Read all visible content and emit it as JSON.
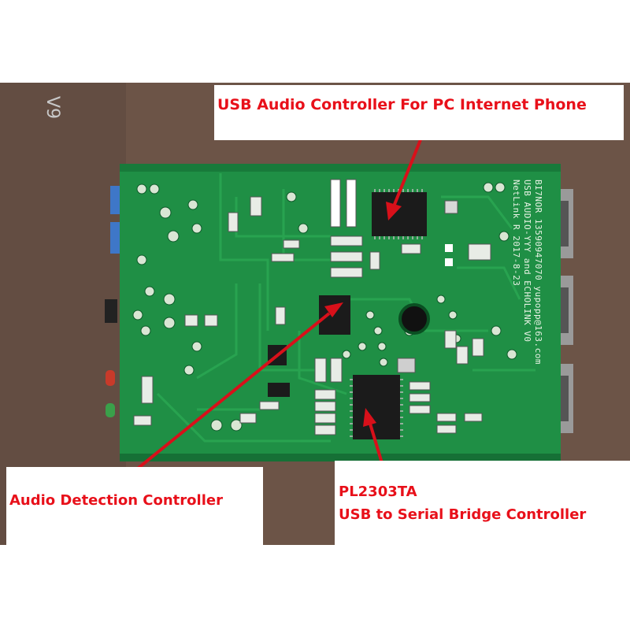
{
  "labels": {
    "usb_audio": "USB Audio Controller For PC Internet Phone",
    "audio_detect": "Audio Detection Controller",
    "pl2303_name": "PL2303TA",
    "pl2303_desc": "USB to Serial Bridge Controller"
  },
  "board_silkscreen": {
    "line1": "BI7NOR 13590947070 yupopp@163.com",
    "line2": "USB AUDIO-YYY and ECHOLINK V0",
    "line3": "NetLink R  2017-8-23"
  },
  "corner_mark": "V9",
  "colors": {
    "pcb": "#1f8f45",
    "label": "#e8101a",
    "arrow": "#d8101a",
    "background": "#6a5246"
  }
}
